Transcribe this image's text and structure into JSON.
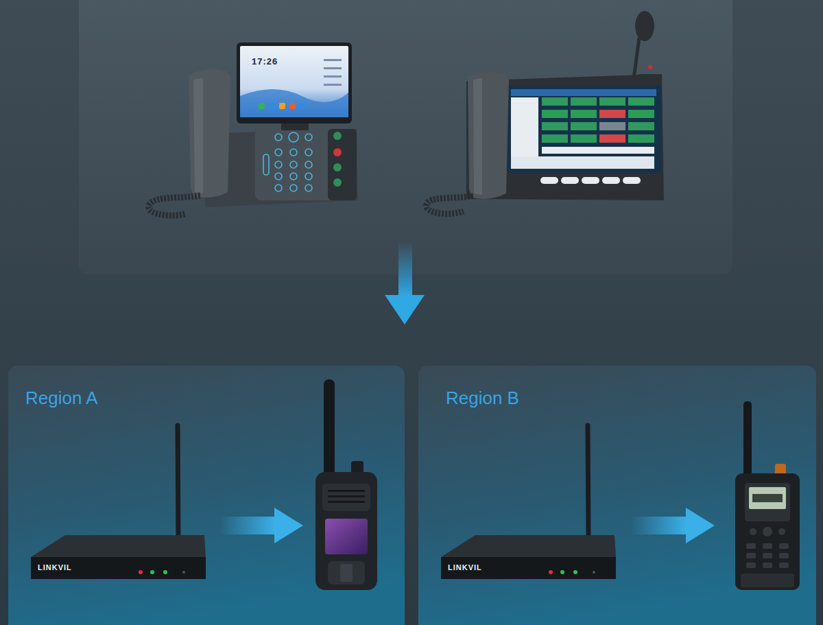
{
  "diagram": {
    "nodes": [
      {
        "text": [
          "Region A"
        ]
      },
      {
        "text": [
          "Region B"
        ]
      }
    ],
    "labels": [
      "17:26",
      "LINKVIL",
      "LINKVIL"
    ]
  }
}
